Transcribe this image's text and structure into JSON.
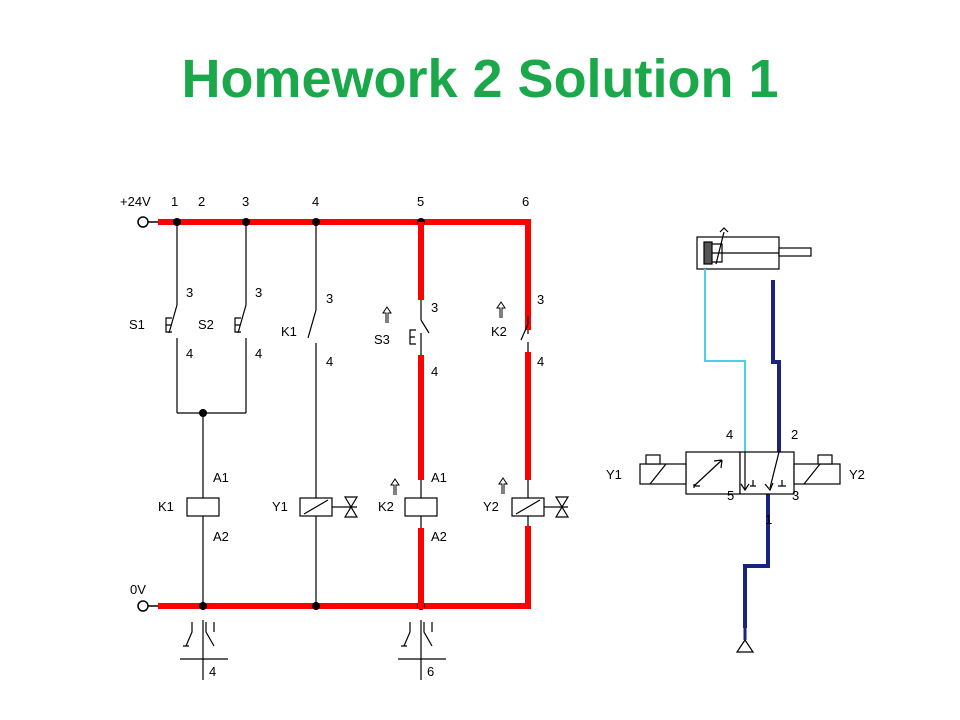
{
  "title": "Homework 2 Solution 1",
  "colors": {
    "title": "#1aa84a",
    "energized": "#ff0000",
    "wire": "#000000",
    "pressure_line": "#1a237e",
    "exhaust_line": "#4dd0e1"
  },
  "circuit": {
    "supply_label": "+24V",
    "ground_label": "0V",
    "rungs": [
      "1",
      "2",
      "3",
      "4",
      "5",
      "6"
    ],
    "components": {
      "s1": "S1",
      "s2": "S2",
      "s3": "S3",
      "k1_contact": "K1",
      "k2_contact": "K2",
      "k1_coil": "K1",
      "y1_coil": "Y1",
      "k2_coil": "K2",
      "y2_coil": "Y2"
    },
    "terminals": {
      "contact_top": "3",
      "contact_bottom": "4",
      "coil_top": "A1",
      "coil_bottom": "A2"
    },
    "contact_tables": {
      "k1_ref": "4",
      "k2_ref": "6"
    }
  },
  "pneumatic": {
    "solenoid_left": "Y1",
    "solenoid_right": "Y2",
    "ports": [
      "4",
      "2",
      "5",
      "3",
      "1"
    ]
  }
}
